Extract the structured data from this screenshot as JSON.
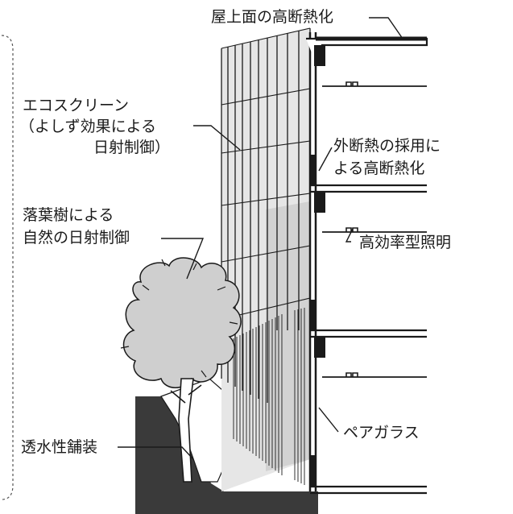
{
  "labels": {
    "roof_insulation": "屋上面の高断熱化",
    "eco_screen_line1": "エコスクリーン",
    "eco_screen_line2": "（よしず効果による",
    "eco_screen_line3": "日射制御）",
    "exterior_insulation_line1": "外断熱の採用に",
    "exterior_insulation_line2": "よる高断熱化",
    "deciduous_tree_line1": "落葉樹による",
    "deciduous_tree_line2": "自然の日射制御",
    "high_efficiency_lighting": "高効率型照明",
    "pair_glass": "ペアガラス",
    "permeable_pavement": "透水性舗装"
  },
  "colors": {
    "ink": "#1a1a1a",
    "screen_fill": "#d9d9d9",
    "tree_fill": "#cfcfcf",
    "ground_fill": "#3a3a3a",
    "dashed_border": "#555555"
  }
}
